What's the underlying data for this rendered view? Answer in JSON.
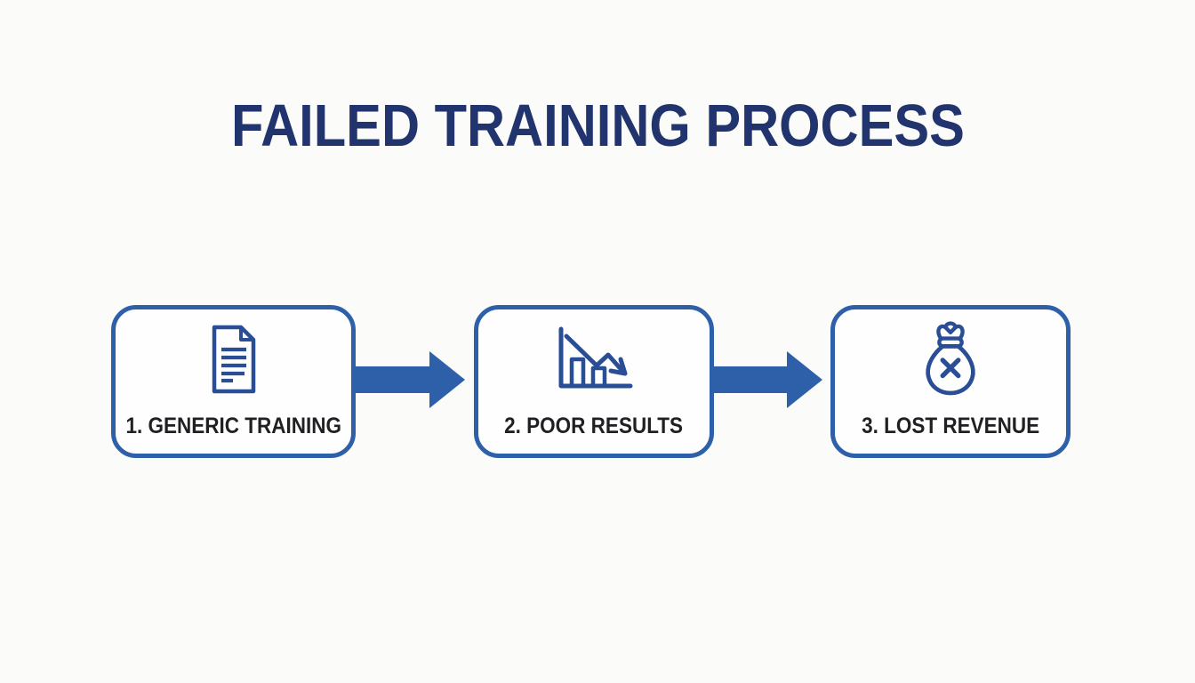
{
  "title": "FAILED TRAINING PROCESS",
  "steps": [
    {
      "label": "1. GENERIC TRAINING",
      "icon": "document-icon"
    },
    {
      "label": "2. POOR RESULTS",
      "icon": "declining-chart-icon"
    },
    {
      "label": "3. LOST REVENUE",
      "icon": "money-bag-x-icon"
    }
  ],
  "colors": {
    "title_navy": "#22346E",
    "accent_blue": "#2E60AA",
    "icon_navy": "#2A4E95",
    "label_dark": "#1F2023",
    "background": "#FBFBFA",
    "card_background": "#FEFEFE"
  }
}
